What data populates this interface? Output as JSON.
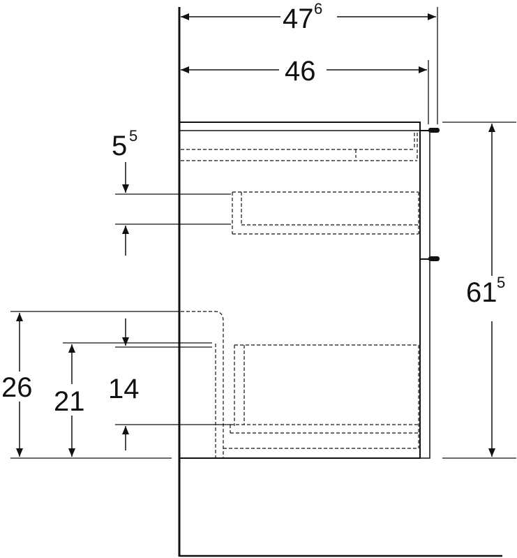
{
  "dimensions": {
    "overall_width": {
      "main": "47",
      "sup": "6"
    },
    "inner_width": {
      "main": "46"
    },
    "top_offset": {
      "main": "5",
      "sup": "5"
    },
    "height": {
      "main": "61",
      "sup": "5"
    },
    "left_outer": {
      "main": "26"
    },
    "left_mid": {
      "main": "21"
    },
    "left_inner": {
      "main": "14"
    }
  },
  "colors": {
    "line": "#111111",
    "background": "#ffffff"
  }
}
